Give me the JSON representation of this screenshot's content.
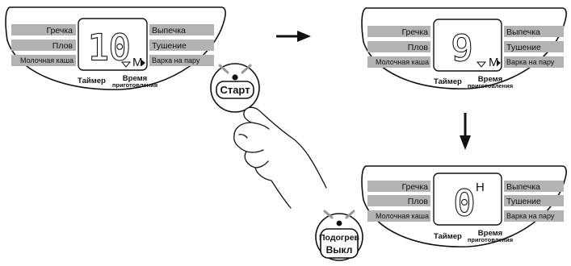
{
  "panels": [
    {
      "id": "panel-before",
      "left_programs": [
        "Гречка",
        "Плов",
        "Молочная каша"
      ],
      "right_programs": [
        "Выпечка",
        "Тушение",
        "Варка на пару"
      ],
      "display_value": "10",
      "display_unit": "M",
      "under_left": "Таймер",
      "under_right_line1": "Время",
      "under_right_line2": "приготовления"
    },
    {
      "id": "panel-counting",
      "left_programs": [
        "Гречка",
        "Плов",
        "Молочная каша"
      ],
      "right_programs": [
        "Выпечка",
        "Тушение",
        "Варка на пару"
      ],
      "display_value": "9",
      "display_unit": "M",
      "under_left": "Таймер",
      "under_right_line1": "Время",
      "under_right_line2": "приготовления"
    },
    {
      "id": "panel-done",
      "left_programs": [
        "Гречка",
        "Плов",
        "Молочная каша"
      ],
      "right_programs": [
        "Выпечка",
        "Тушение",
        "Варка на пару"
      ],
      "display_value": "0",
      "display_unit": "H",
      "under_left": "Таймер",
      "under_right_line1": "Время",
      "under_right_line2": "приготовления"
    }
  ],
  "start_button": {
    "label": "Старт"
  },
  "warm_button": {
    "label_top": "Подогрев",
    "label_bottom": "Выкл"
  },
  "colors": {
    "field_gray": "#b3b3b3",
    "outline": "#111111"
  }
}
